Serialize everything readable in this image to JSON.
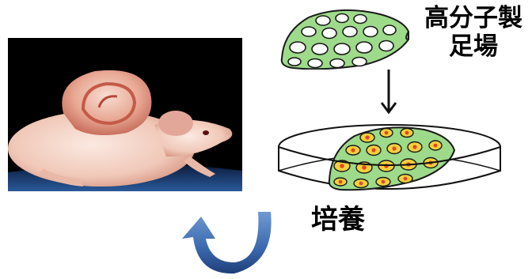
{
  "labels": {
    "scaffold_line1": "高分子製",
    "scaffold_line2": "足場",
    "culture": "培養"
  },
  "colors": {
    "scaffold_green": "#9ddb8a",
    "scaffold_outline": "#1a1a1a",
    "cell_fill": "#f4d03f",
    "cell_nucleus": "#e24a1f",
    "arrow_blue": "#2f5b9a",
    "photo_bg": "#000000"
  },
  "icons": {
    "photo": "mouse-with-ear-scaffold-photo",
    "scaffold": "porous-polymer-scaffold",
    "dish": "petri-dish-with-cells",
    "process_arrow": "down-arrow",
    "cycle_arrow": "curved-u-arrow"
  }
}
